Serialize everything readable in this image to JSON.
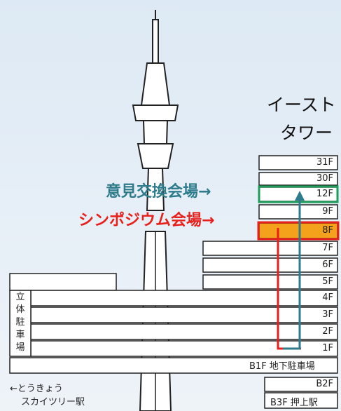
{
  "east_tower": {
    "line1": "イースト",
    "line2": "タワー"
  },
  "venues": {
    "meeting": "意見交換会場→",
    "symposium": "シンポジウム会場→"
  },
  "floors": {
    "f31": "31F",
    "f30": "30F",
    "f12": "12F",
    "f9": "9F",
    "f8": "8F",
    "f7": "7F",
    "f6": "6F",
    "f5": "5F",
    "f4": "4F",
    "f3": "3F",
    "f2": "2F",
    "f1": "1F",
    "b1": "B1F 地下駐車場",
    "b2": "B2F",
    "b3": "B3F 押上駅"
  },
  "parking": {
    "c1": "立",
    "c2": "体",
    "c3": "駐",
    "c4": "車",
    "c5": "場"
  },
  "station": {
    "line1": "←とうきょう",
    "line2": "スカイツリー駅"
  },
  "colors": {
    "meeting": "#2e7b8c",
    "symposium": "#e8201c",
    "highlight_floor": "#f4a21c",
    "meeting_frame": "#1f9d5a"
  }
}
